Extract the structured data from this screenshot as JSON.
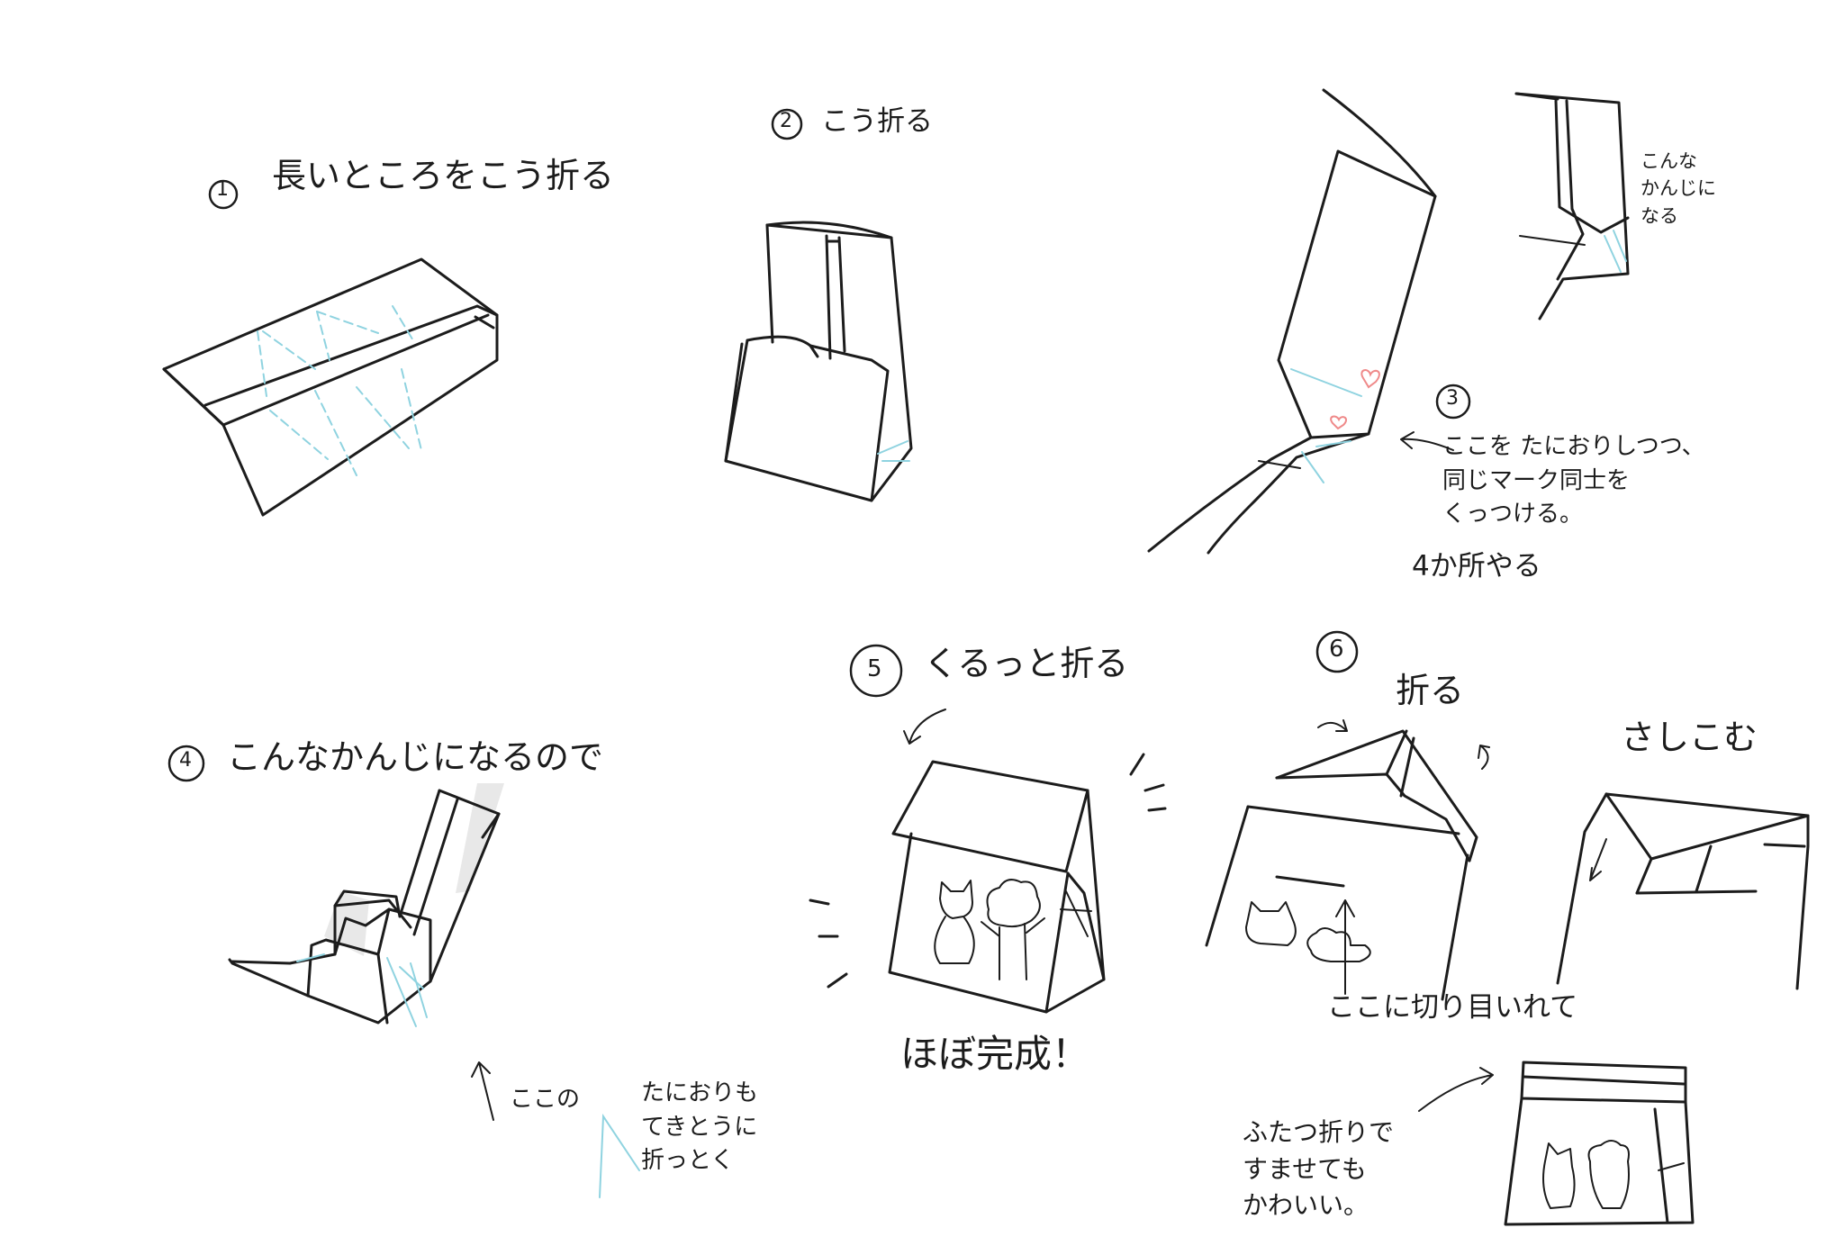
{
  "steps": {
    "s1": {
      "number": "1",
      "text": "長いところをこう折る"
    },
    "s2": {
      "number": "2",
      "text": "こう折る"
    },
    "s3": {
      "number": "3",
      "note": "ここを たにおりしつつ、\n同じマーク同士を\nくっつける。",
      "repeat": "4か所やる",
      "side_note": "こんな\nかんじに\nなる"
    },
    "s4": {
      "number": "4",
      "text": "こんなかんじになるので",
      "pointer": "ここの",
      "legend": "たにおりも\nてきとうに\n折っとく"
    },
    "s5": {
      "number": "5",
      "text": "くるっと折る",
      "result": "ほぼ完成！"
    },
    "s6": {
      "number": "6",
      "fold": "折る",
      "insert": "さしこむ",
      "cut": "ここに切り目いれて",
      "alt": "ふたつ折りで\nすませても\nかわいい。"
    }
  },
  "colors": {
    "ink": "#1c1c1c",
    "crease": "#8fd3e0",
    "heart": "#ef8a8a",
    "shade": "#e8e8e8"
  },
  "icons": [
    "heart-icon",
    "curved-arrow-icon",
    "straight-arrow-icon",
    "valley-fold-icon",
    "cat-icon",
    "sheep-icon"
  ]
}
